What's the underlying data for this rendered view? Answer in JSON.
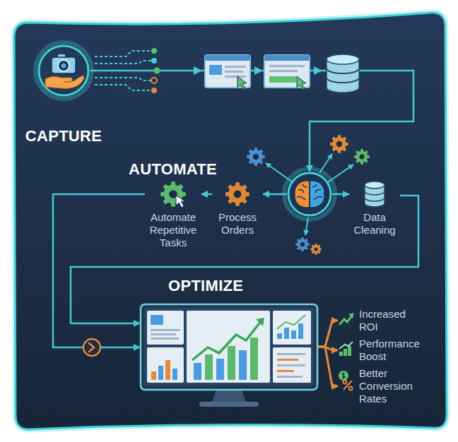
{
  "diagram": {
    "nodes": [
      {
        "text": [
          "CAPTURE"
        ]
      },
      {
        "text": [
          "AUTOMATE"
        ]
      },
      {
        "text": [
          "Automate Repetitive Tasks"
        ]
      },
      {
        "text": [
          "Process Orders"
        ]
      },
      {
        "text": [
          "Data Cleaning"
        ]
      },
      {
        "text": [
          "OPTIMIZE"
        ]
      },
      {
        "text": [
          "Increased ROI"
        ]
      },
      {
        "text": [
          "Performance Boost"
        ]
      },
      {
        "text": [
          "Better Conversion Rates"
        ]
      }
    ],
    "edges": [
      {
        "from": 0,
        "to": 1,
        "arrow": "to"
      },
      {
        "from": 1,
        "to": 3,
        "arrow": "to"
      },
      {
        "from": 1,
        "to": 4,
        "arrow": "to"
      },
      {
        "from": 3,
        "to": 2,
        "arrow": "to"
      },
      {
        "from": 2,
        "to": 5,
        "arrow": "to"
      },
      {
        "from": 4,
        "to": 5,
        "arrow": "to"
      },
      {
        "from": 5,
        "to": 6,
        "arrow": "to"
      },
      {
        "from": 5,
        "to": 7,
        "arrow": "to"
      },
      {
        "from": 5,
        "to": 8,
        "arrow": "to"
      }
    ]
  }
}
